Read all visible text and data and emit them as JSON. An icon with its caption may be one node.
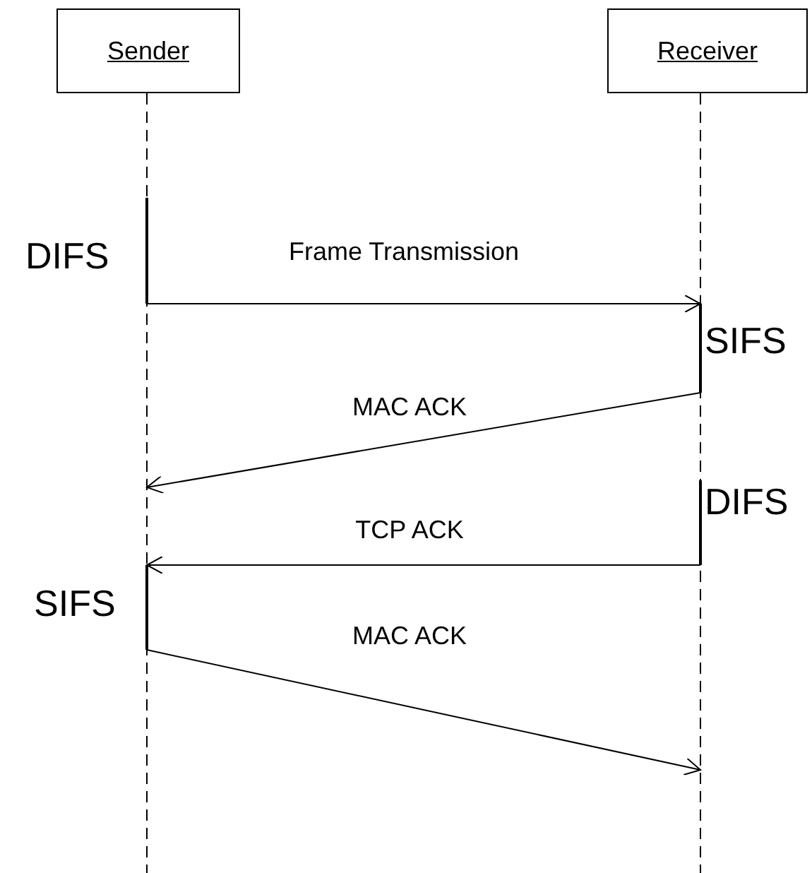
{
  "diagram": {
    "nodes": [
      {
        "text": [
          "Sender"
        ]
      },
      {
        "text": [
          "Receiver"
        ]
      }
    ],
    "edges": [
      {
        "from": 0,
        "to": 1,
        "arrow": "to",
        "label": "Frame Transmission"
      },
      {
        "from": 1,
        "to": 0,
        "arrow": "to",
        "label": "MAC ACK"
      },
      {
        "from": 1,
        "to": 0,
        "arrow": "to",
        "label": "TCP ACK"
      },
      {
        "from": 0,
        "to": 1,
        "arrow": "to",
        "label": "MAC ACK"
      }
    ],
    "labels": [
      "DIFS",
      "SIFS",
      "DIFS",
      "SIFS"
    ]
  }
}
